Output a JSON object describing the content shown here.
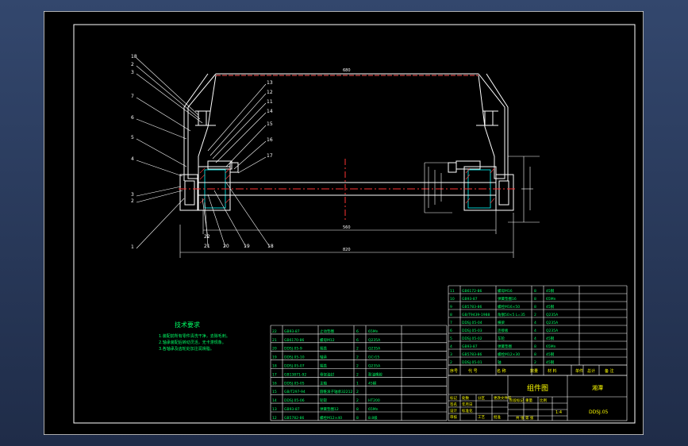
{
  "drawing": {
    "tech_title": "技术要求",
    "tech_notes": [
      "1.装配前所有零件清洗干净，去除毛刺。",
      "2.轴承装配后转动灵活，无卡滞现象。",
      "3.各轴承及齿轮处加注润滑脂。"
    ],
    "dims": {
      "top": "680",
      "mid": "560",
      "bottom": "820"
    },
    "part_labels_left": [
      "18",
      "2",
      "3",
      "7",
      "6",
      "5",
      "4",
      "3",
      "2",
      "1"
    ],
    "part_labels_mid": [
      "13",
      "12",
      "11",
      "14",
      "15",
      "16",
      "17"
    ],
    "part_labels_bottom": [
      "22",
      "21",
      "20",
      "19",
      "18"
    ]
  },
  "bom_left": {
    "rows": [
      {
        "no": "22",
        "code": "GB93-87",
        "name": "止动垫圈",
        "qty": "6",
        "mat": "65Mn"
      },
      {
        "no": "21",
        "code": "GB6170-86",
        "name": "螺母M12",
        "qty": "6",
        "mat": "Q235A"
      },
      {
        "no": "20",
        "code": "DDSJ.05-9",
        "name": "端盖",
        "qty": "2",
        "mat": "Q235A"
      },
      {
        "no": "19",
        "code": "DDSJ.05-10",
        "name": "轴承",
        "qty": "2",
        "mat": "GCr15"
      },
      {
        "no": "18",
        "code": "DDSJ.05-07",
        "name": "端盖",
        "qty": "2",
        "mat": "Q235A"
      },
      {
        "no": "17",
        "code": "GB13871-92",
        "name": "骨架油封",
        "qty": "2",
        "mat": "耐油橡胶"
      },
      {
        "no": "16",
        "code": "DDSJ.05-05",
        "name": "主轴",
        "qty": "1",
        "mat": "45钢"
      },
      {
        "no": "15",
        "code": "GB/T297-94",
        "name": "圆锥滚子轴承32212",
        "qty": "2",
        "mat": ""
      },
      {
        "no": "14",
        "code": "DDSJ.05-06",
        "name": "轮毂",
        "qty": "2",
        "mat": "HT200"
      },
      {
        "no": "13",
        "code": "GB93-87",
        "name": "弹簧垫圈12",
        "qty": "8",
        "mat": "65Mn"
      },
      {
        "no": "12",
        "code": "GB5782-86",
        "name": "螺栓M12×40",
        "qty": "8",
        "mat": "8.8级"
      }
    ]
  },
  "bom_right": {
    "rows": [
      {
        "no": "11",
        "code": "GB6172-86",
        "name": "螺母M16",
        "qty": "8",
        "mat": "45钢"
      },
      {
        "no": "10",
        "code": "GB93-87",
        "name": "弹簧垫圈16",
        "qty": "8",
        "mat": "65Mn"
      },
      {
        "no": "9",
        "code": "GB5783-86",
        "name": "螺栓M16×50",
        "qty": "8",
        "mat": "45钢"
      },
      {
        "no": "8",
        "code": "GB/T9439-1988",
        "name": "角钢50×5 L=35",
        "qty": "2",
        "mat": "Q235A"
      },
      {
        "no": "7",
        "code": "DDSJ.05-04",
        "name": "横梁",
        "qty": "4",
        "mat": "Q235A"
      },
      {
        "no": "6",
        "code": "DDSJ.05-03",
        "name": "连接板",
        "qty": "4",
        "mat": "Q235A"
      },
      {
        "no": "5",
        "code": "DDSJ.05-02",
        "name": "车轮",
        "qty": "4",
        "mat": "45钢"
      },
      {
        "no": "4",
        "code": "GB93-87",
        "name": "弹簧垫圈",
        "qty": "8",
        "mat": "65Mn"
      },
      {
        "no": "3",
        "code": "GB5783-86",
        "name": "螺栓M12×30",
        "qty": "8",
        "mat": "45钢"
      },
      {
        "no": "2",
        "code": "DDSJ.05-01",
        "name": "轴",
        "qty": "2",
        "mat": "45钢"
      }
    ],
    "header": {
      "no": "序号",
      "code": "代 号",
      "name": "名 称",
      "qty": "数量",
      "mat": "材 料",
      "w1": "单件",
      "w2": "总计",
      "remark": "备 注"
    }
  },
  "title_block": {
    "drawing_name": "组件图",
    "company": "湘潭",
    "drawing_no": "DDSJ.05",
    "scale": "1:4",
    "sheet": "共 张 第 张",
    "labels": [
      "标记",
      "处数",
      "分区",
      "更改文件号",
      "签名",
      "年月日",
      "设计",
      "标准化",
      "审核",
      "工艺",
      "批准",
      "阶段标记",
      "重量",
      "比例"
    ]
  }
}
